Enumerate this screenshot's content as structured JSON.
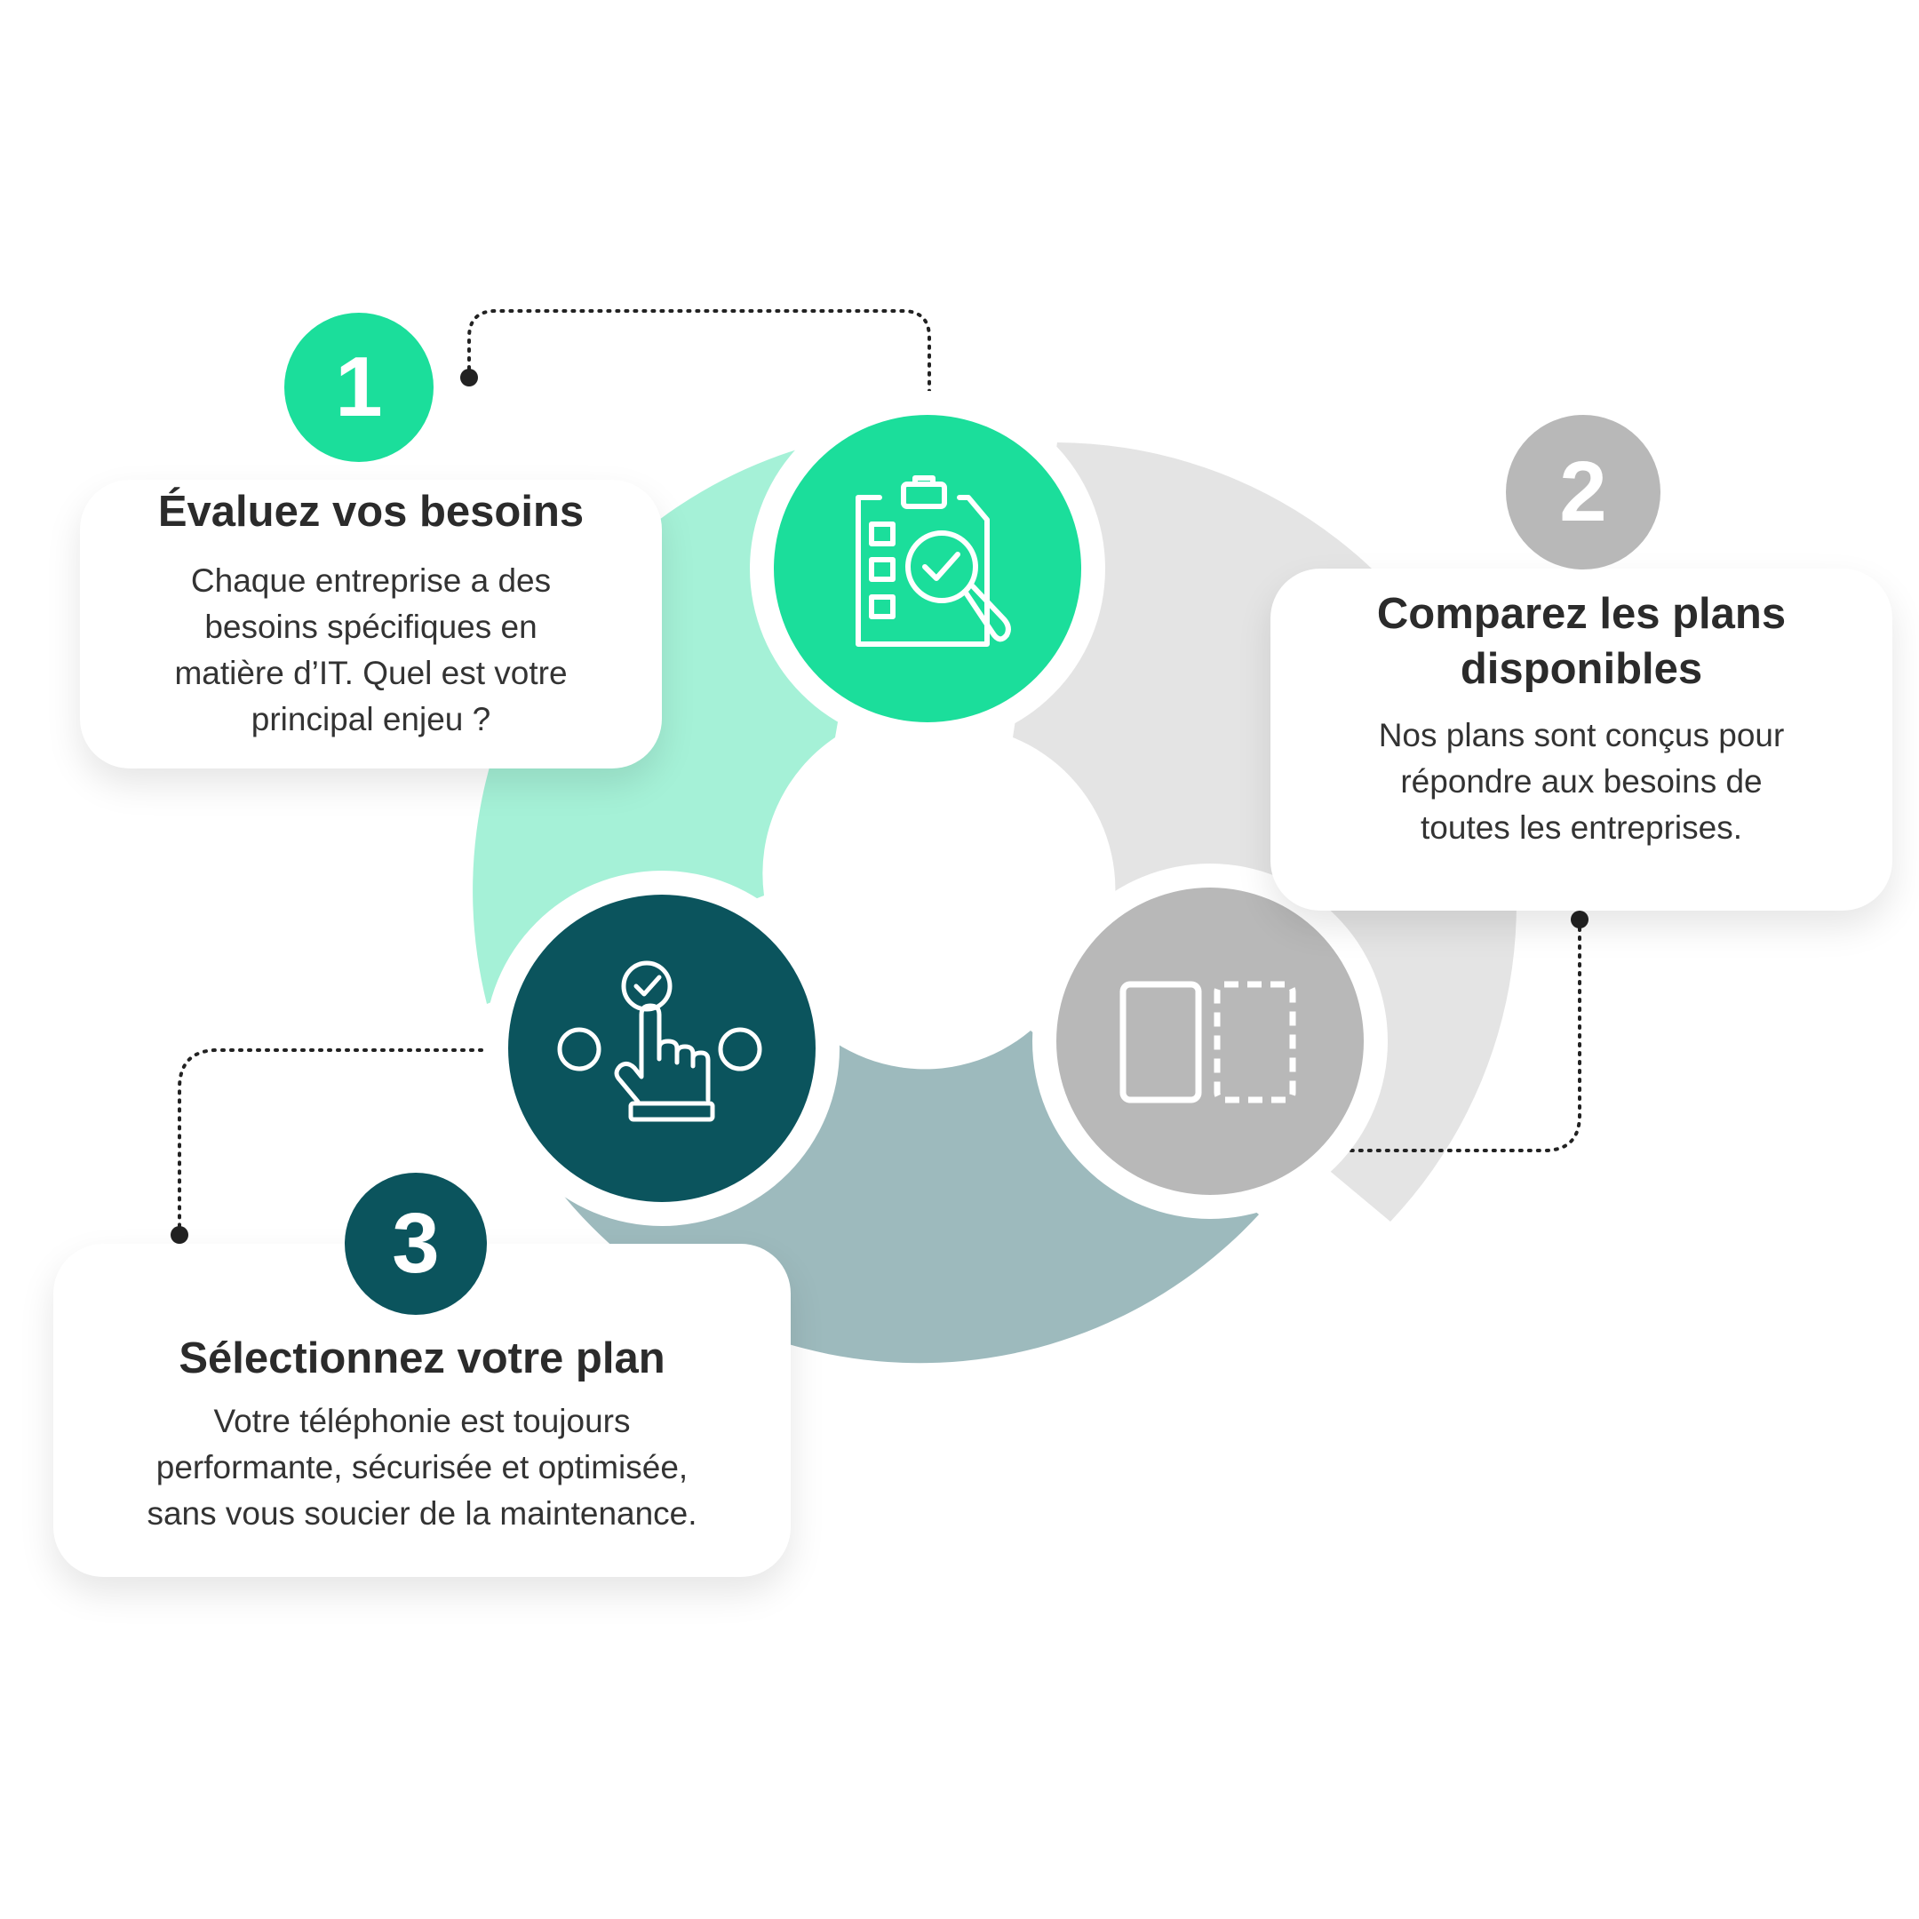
{
  "colors": {
    "green": "#1BDE9B",
    "green_light": "#A5F1D7",
    "grey": "#B8B8B8",
    "grey_light": "#E4E4E4",
    "teal": "#0B545D",
    "teal_light": "#9DBABD",
    "text": "#2b2b2b"
  },
  "steps": [
    {
      "number": "1",
      "title": "Évaluez vos besoins",
      "text": "Chaque entreprise a des\nbesoins spécifiques en\nmatière d’IT. Quel est votre\nprincipal enjeu ?",
      "icon": "clipboard-search-icon"
    },
    {
      "number": "2",
      "title": "Comparez les plans\ndisponibles",
      "text": "Nos plans sont conçus pour\nrépondre aux besoins de\ntoutes les entreprises.",
      "icon": "compare-panels-icon"
    },
    {
      "number": "3",
      "title": "Sélectionnez votre plan",
      "text": "Votre téléphonie est toujours\nperformante, sécurisée et optimisée,\nsans vous soucier de la maintenance.",
      "icon": "hand-select-icon"
    }
  ]
}
